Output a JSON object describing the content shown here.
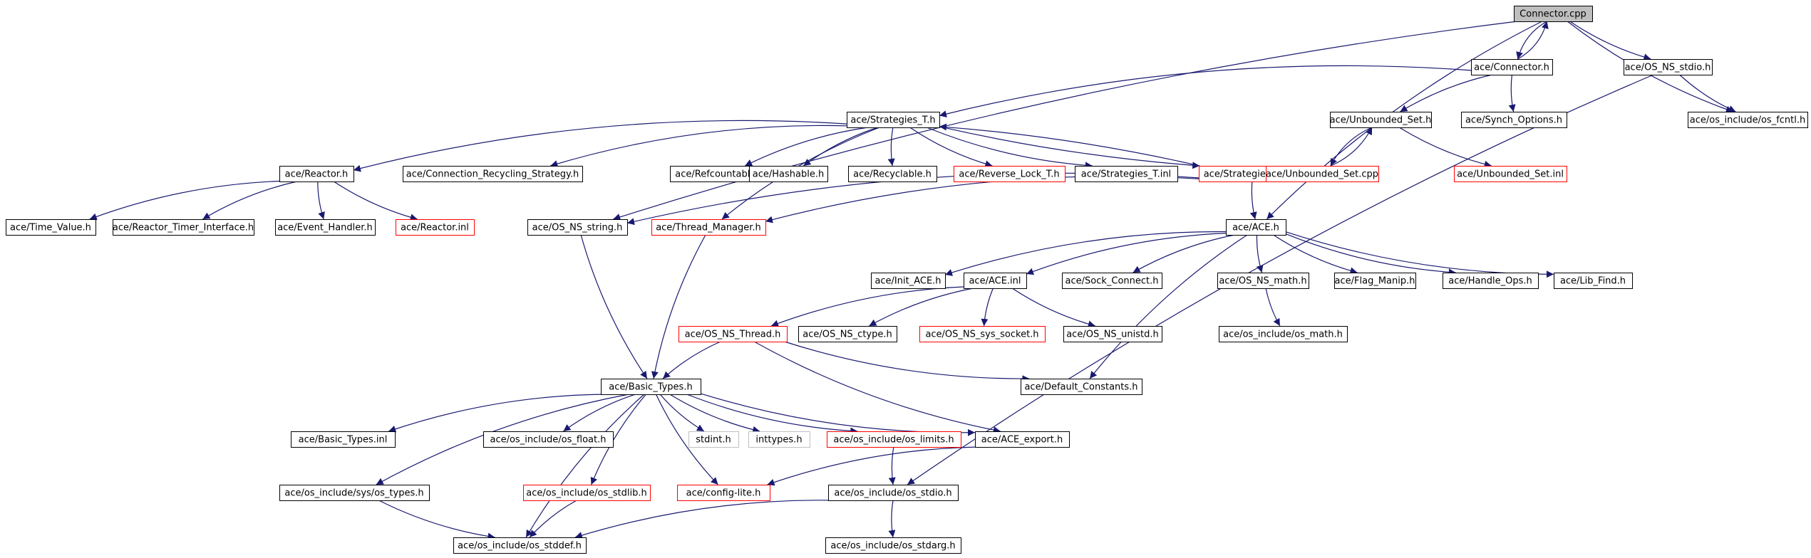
{
  "nodes": [
    {
      "id": "connector_cpp",
      "label": "Connector.cpp",
      "style": "root"
    },
    {
      "id": "connector_h",
      "label": "ace/Connector.h",
      "style": "normal"
    },
    {
      "id": "os_ns_stdio_h",
      "label": "ace/OS_NS_stdio.h",
      "style": "normal"
    },
    {
      "id": "os_fcntl_h",
      "label": "ace/os_include/os_fcntl.h",
      "style": "normal"
    },
    {
      "id": "strategies_t_h",
      "label": "ace/Strategies_T.h",
      "style": "normal"
    },
    {
      "id": "unbounded_set_h",
      "label": "ace/Unbounded_Set.h",
      "style": "normal"
    },
    {
      "id": "synch_options_h",
      "label": "ace/Synch_Options.h",
      "style": "normal"
    },
    {
      "id": "reactor_h",
      "label": "ace/Reactor.h",
      "style": "normal"
    },
    {
      "id": "conn_recycling_h",
      "label": "ace/Connection_Recycling_Strategy.h",
      "style": "normal"
    },
    {
      "id": "refcountable_h",
      "label": "ace/Refcountable.h",
      "style": "normal"
    },
    {
      "id": "hashable_h",
      "label": "ace/Hashable.h",
      "style": "normal"
    },
    {
      "id": "recyclable_h",
      "label": "ace/Recyclable.h",
      "style": "normal"
    },
    {
      "id": "reverse_lock_t_h",
      "label": "ace/Reverse_Lock_T.h",
      "style": "red"
    },
    {
      "id": "strategies_t_inl",
      "label": "ace/Strategies_T.inl",
      "style": "normal"
    },
    {
      "id": "strategies_t_cpp",
      "label": "ace/Strategies_T.cpp",
      "style": "red"
    },
    {
      "id": "unbounded_set_cpp",
      "label": "ace/Unbounded_Set.cpp",
      "style": "red"
    },
    {
      "id": "unbounded_set_inl",
      "label": "ace/Unbounded_Set.inl",
      "style": "red"
    },
    {
      "id": "time_value_h",
      "label": "ace/Time_Value.h",
      "style": "normal"
    },
    {
      "id": "reactor_timer_h",
      "label": "ace/Reactor_Timer_Interface.h",
      "style": "normal"
    },
    {
      "id": "event_handler_h",
      "label": "ace/Event_Handler.h",
      "style": "normal"
    },
    {
      "id": "reactor_inl",
      "label": "ace/Reactor.inl",
      "style": "red"
    },
    {
      "id": "os_ns_string_h",
      "label": "ace/OS_NS_string.h",
      "style": "normal"
    },
    {
      "id": "thread_manager_h",
      "label": "ace/Thread_Manager.h",
      "style": "red"
    },
    {
      "id": "ace_h",
      "label": "ace/ACE.h",
      "style": "normal"
    },
    {
      "id": "init_ace_h",
      "label": "ace/Init_ACE.h",
      "style": "normal"
    },
    {
      "id": "ace_inl",
      "label": "ace/ACE.inl",
      "style": "normal"
    },
    {
      "id": "sock_connect_h",
      "label": "ace/Sock_Connect.h",
      "style": "normal"
    },
    {
      "id": "os_ns_math_h",
      "label": "ace/OS_NS_math.h",
      "style": "normal"
    },
    {
      "id": "flag_manip_h",
      "label": "ace/Flag_Manip.h",
      "style": "normal"
    },
    {
      "id": "handle_ops_h",
      "label": "ace/Handle_Ops.h",
      "style": "normal"
    },
    {
      "id": "lib_find_h",
      "label": "ace/Lib_Find.h",
      "style": "normal"
    },
    {
      "id": "os_ns_thread_h",
      "label": "ace/OS_NS_Thread.h",
      "style": "red"
    },
    {
      "id": "os_ns_ctype_h",
      "label": "ace/OS_NS_ctype.h",
      "style": "normal"
    },
    {
      "id": "os_ns_sys_socket_h",
      "label": "ace/OS_NS_sys_socket.h",
      "style": "red"
    },
    {
      "id": "os_ns_unistd_h",
      "label": "ace/OS_NS_unistd.h",
      "style": "normal"
    },
    {
      "id": "os_math_h",
      "label": "ace/os_include/os_math.h",
      "style": "normal"
    },
    {
      "id": "basic_types_h",
      "label": "ace/Basic_Types.h",
      "style": "normal"
    },
    {
      "id": "default_constants_h",
      "label": "ace/Default_Constants.h",
      "style": "normal"
    },
    {
      "id": "basic_types_inl",
      "label": "ace/Basic_Types.inl",
      "style": "normal"
    },
    {
      "id": "os_float_h",
      "label": "ace/os_include/os_float.h",
      "style": "normal"
    },
    {
      "id": "stdint_h",
      "label": "stdint.h",
      "style": "grey"
    },
    {
      "id": "inttypes_h",
      "label": "inttypes.h",
      "style": "grey"
    },
    {
      "id": "os_limits_h",
      "label": "ace/os_include/os_limits.h",
      "style": "red"
    },
    {
      "id": "ace_export_h",
      "label": "ace/ACE_export.h",
      "style": "normal"
    },
    {
      "id": "os_types_h",
      "label": "ace/os_include/sys/os_types.h",
      "style": "normal"
    },
    {
      "id": "os_stdlib_h",
      "label": "ace/os_include/os_stdlib.h",
      "style": "red"
    },
    {
      "id": "config_lite_h",
      "label": "ace/config-lite.h",
      "style": "red"
    },
    {
      "id": "os_stdio_h",
      "label": "ace/os_include/os_stdio.h",
      "style": "normal"
    },
    {
      "id": "os_stddef_h",
      "label": "ace/os_include/os_stddef.h",
      "style": "normal"
    },
    {
      "id": "os_stdarg_h",
      "label": "ace/os_include/os_stdarg.h",
      "style": "normal"
    }
  ],
  "edges": [
    [
      "connector_cpp",
      "connector_h"
    ],
    [
      "connector_h",
      "connector_cpp"
    ],
    [
      "connector_cpp",
      "os_ns_stdio_h"
    ],
    [
      "connector_cpp",
      "os_fcntl_h"
    ],
    [
      "connector_cpp",
      "os_ns_string_h"
    ],
    [
      "connector_cpp",
      "ace_h"
    ],
    [
      "os_ns_stdio_h",
      "os_fcntl_h"
    ],
    [
      "os_ns_stdio_h",
      "os_stdio_h"
    ],
    [
      "connector_h",
      "strategies_t_h"
    ],
    [
      "connector_h",
      "unbounded_set_h"
    ],
    [
      "connector_h",
      "synch_options_h"
    ],
    [
      "unbounded_set_h",
      "unbounded_set_cpp"
    ],
    [
      "unbounded_set_cpp",
      "unbounded_set_h"
    ],
    [
      "unbounded_set_h",
      "unbounded_set_inl"
    ],
    [
      "strategies_t_h",
      "reactor_h"
    ],
    [
      "strategies_t_h",
      "conn_recycling_h"
    ],
    [
      "strategies_t_h",
      "refcountable_h"
    ],
    [
      "strategies_t_h",
      "hashable_h"
    ],
    [
      "strategies_t_h",
      "recyclable_h"
    ],
    [
      "strategies_t_h",
      "reverse_lock_t_h"
    ],
    [
      "strategies_t_h",
      "strategies_t_inl"
    ],
    [
      "strategies_t_h",
      "strategies_t_cpp"
    ],
    [
      "strategies_t_cpp",
      "strategies_t_h"
    ],
    [
      "strategies_t_h",
      "thread_manager_h"
    ],
    [
      "strategies_t_cpp",
      "os_ns_string_h"
    ],
    [
      "strategies_t_cpp",
      "thread_manager_h"
    ],
    [
      "strategies_t_cpp",
      "ace_h"
    ],
    [
      "reactor_h",
      "time_value_h"
    ],
    [
      "reactor_h",
      "reactor_timer_h"
    ],
    [
      "reactor_h",
      "event_handler_h"
    ],
    [
      "reactor_h",
      "reactor_inl"
    ],
    [
      "os_ns_string_h",
      "basic_types_h"
    ],
    [
      "thread_manager_h",
      "basic_types_h"
    ],
    [
      "ace_h",
      "init_ace_h"
    ],
    [
      "ace_h",
      "ace_inl"
    ],
    [
      "ace_h",
      "sock_connect_h"
    ],
    [
      "ace_h",
      "os_ns_math_h"
    ],
    [
      "ace_h",
      "flag_manip_h"
    ],
    [
      "ace_h",
      "handle_ops_h"
    ],
    [
      "ace_h",
      "lib_find_h"
    ],
    [
      "ace_h",
      "default_constants_h"
    ],
    [
      "ace_inl",
      "os_ns_thread_h"
    ],
    [
      "ace_inl",
      "os_ns_ctype_h"
    ],
    [
      "ace_inl",
      "os_ns_sys_socket_h"
    ],
    [
      "ace_inl",
      "os_ns_unistd_h"
    ],
    [
      "os_ns_math_h",
      "os_math_h"
    ],
    [
      "os_ns_thread_h",
      "basic_types_h"
    ],
    [
      "os_ns_thread_h",
      "default_constants_h"
    ],
    [
      "os_ns_thread_h",
      "ace_export_h"
    ],
    [
      "basic_types_h",
      "basic_types_inl"
    ],
    [
      "basic_types_h",
      "os_float_h"
    ],
    [
      "basic_types_h",
      "stdint_h"
    ],
    [
      "basic_types_h",
      "inttypes_h"
    ],
    [
      "basic_types_h",
      "os_limits_h"
    ],
    [
      "basic_types_h",
      "ace_export_h"
    ],
    [
      "basic_types_h",
      "os_types_h"
    ],
    [
      "basic_types_h",
      "os_stdlib_h"
    ],
    [
      "basic_types_h",
      "config_lite_h"
    ],
    [
      "basic_types_h",
      "os_stddef_h"
    ],
    [
      "ace_export_h",
      "config_lite_h"
    ],
    [
      "os_limits_h",
      "os_stdio_h"
    ],
    [
      "os_types_h",
      "os_stddef_h"
    ],
    [
      "os_stdlib_h",
      "os_stddef_h"
    ],
    [
      "os_stdio_h",
      "os_stddef_h"
    ],
    [
      "os_stdio_h",
      "os_stdarg_h"
    ]
  ],
  "colors": {
    "edge": "#191970",
    "root_fill": "#bfbfbf",
    "node_border": "#000000",
    "red_border": "#ff0000",
    "grey_border": "#bfbfbf"
  }
}
